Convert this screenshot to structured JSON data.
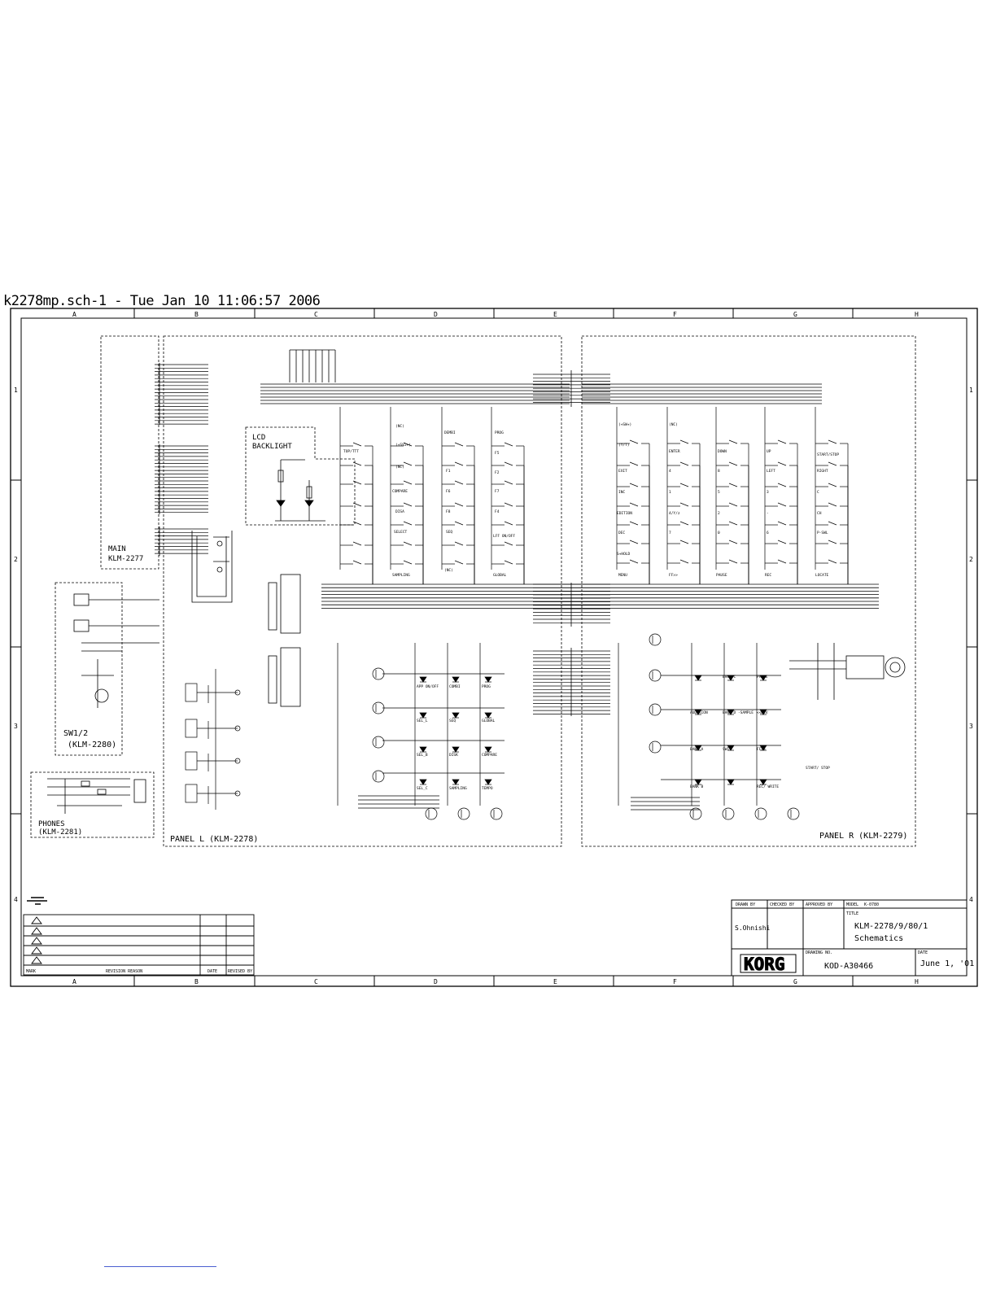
{
  "file_header": "k2278mp.sch-1 - Tue Jan 10 11:06:57 2006",
  "grid": {
    "columns": [
      "A",
      "B",
      "C",
      "D",
      "E",
      "F",
      "G",
      "H"
    ],
    "rows": [
      "1",
      "2",
      "3",
      "4"
    ]
  },
  "blocks": {
    "main": {
      "title": "MAIN",
      "model": "KLM-2277"
    },
    "lcd_backlight": {
      "line1": "LCD",
      "line2": "BACKLIGHT"
    },
    "sw12": {
      "title": "SW1/2",
      "model": "(KLM-2280)"
    },
    "phones": {
      "title": "PHONES",
      "model": "(KLM-2281)"
    },
    "panel_l": {
      "title": "PANEL L (KLM-2278)"
    },
    "panel_r": {
      "title": "PANEL R (KLM-2279)"
    }
  },
  "panel_l_switches": [
    "TOP/TTT",
    "(NC)",
    "(+SV2+)",
    "(NC)",
    "COMPARE",
    "DISA",
    "SELECT",
    "SAMPLING",
    "DEMBI",
    "F1",
    "F6",
    "F8",
    "SEQ",
    "(NC)",
    "PROG",
    "F5",
    "F2",
    "F7",
    "F4",
    "LFF ON/OFF",
    "GLOBAL"
  ],
  "panel_r_switches": [
    "(+SW+)",
    "(Y/T)",
    "EXIT",
    "INC",
    "EDITION",
    "DEC",
    "S+HOLD",
    "MENU",
    "(NC)",
    "ENTER",
    "4",
    "1",
    "4/Y/z",
    "7",
    "FF>>",
    "DOWN",
    "8",
    "5",
    "2",
    "0",
    "PAUSE",
    "UP",
    "LEFT",
    "3",
    "-",
    "6",
    "REC",
    "RIGHT",
    "C",
    "CH",
    "P-SWL",
    "LOCATE",
    "START/STOP"
  ],
  "panel_l_leds": [
    "APP ON/OFF",
    "COMBI",
    "PROG",
    "SEL_L",
    "SEQ",
    "GLOBAL",
    "SEL_B",
    "DISK",
    "COMPARE",
    "SEL_C",
    "SAMPLING",
    "TEMPO"
  ],
  "panel_r_leds": [
    "BANK C",
    "PAUSE",
    "AUDITION",
    "BANK D -SAMPLE",
    "<<REV",
    "BANK A",
    "SW1",
    "FF>>",
    "BANK B",
    "REC/ WRITE",
    "START/ STOP"
  ],
  "title_block": {
    "labels": {
      "drawn_by": "DRAWN BY",
      "checked_by": "CHECKED BY",
      "approved_by": "APPROVED BY",
      "model": "MODEL",
      "title": "TITLE",
      "drawing_no": "DRAWING NO.",
      "date": "DATE"
    },
    "model_value": "K-0780",
    "drawn_by_value": "S.Ohnishi",
    "title_line1": "KLM-2278/9/80/1",
    "title_line2": "Schematics",
    "drawing_no_value": "KOD-A30466",
    "date_value": "June 1, '01",
    "logo": "KORG"
  },
  "revision_table": {
    "headers": [
      "MARK",
      "REVISION REASON",
      "DATE",
      "REVISED BY"
    ],
    "rows": 5
  }
}
